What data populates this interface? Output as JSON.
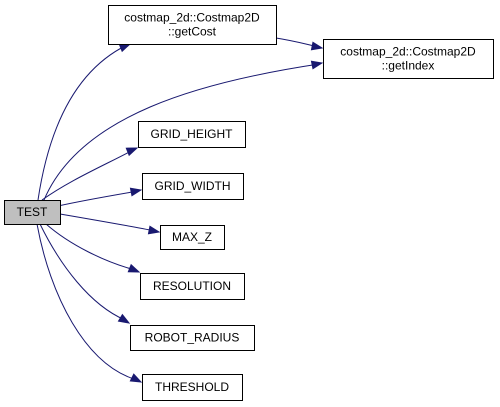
{
  "graph": {
    "nodes": [
      {
        "id": "test",
        "name": "node-test",
        "label_lines": [
          "TEST"
        ],
        "root": true
      },
      {
        "id": "getcost",
        "name": "node-getcost",
        "label_lines": [
          "costmap_2d::Costmap2D",
          "::getCost"
        ],
        "root": false
      },
      {
        "id": "getindex",
        "name": "node-getindex",
        "label_lines": [
          "costmap_2d::Costmap2D",
          "::getIndex"
        ],
        "root": false
      },
      {
        "id": "grid_height",
        "name": "node-grid-height",
        "label_lines": [
          "GRID_HEIGHT"
        ],
        "root": false
      },
      {
        "id": "grid_width",
        "name": "node-grid-width",
        "label_lines": [
          "GRID_WIDTH"
        ],
        "root": false
      },
      {
        "id": "max_z",
        "name": "node-max-z",
        "label_lines": [
          "MAX_Z"
        ],
        "root": false
      },
      {
        "id": "resolution",
        "name": "node-resolution",
        "label_lines": [
          "RESOLUTION"
        ],
        "root": false
      },
      {
        "id": "robot_radius",
        "name": "node-robot-radius",
        "label_lines": [
          "ROBOT_RADIUS"
        ],
        "root": false
      },
      {
        "id": "threshold",
        "name": "node-threshold",
        "label_lines": [
          "THRESHOLD"
        ],
        "root": false
      }
    ],
    "edges": [
      {
        "from": "test",
        "to": "getcost"
      },
      {
        "from": "test",
        "to": "getindex"
      },
      {
        "from": "getcost",
        "to": "getindex"
      },
      {
        "from": "test",
        "to": "grid_height"
      },
      {
        "from": "test",
        "to": "grid_width"
      },
      {
        "from": "test",
        "to": "max_z"
      },
      {
        "from": "test",
        "to": "resolution"
      },
      {
        "from": "test",
        "to": "robot_radius"
      },
      {
        "from": "test",
        "to": "threshold"
      }
    ],
    "colors": {
      "edge": "#191970",
      "root_fill": "#bfbfbf",
      "node_fill": "#ffffff",
      "border": "#000000"
    }
  }
}
